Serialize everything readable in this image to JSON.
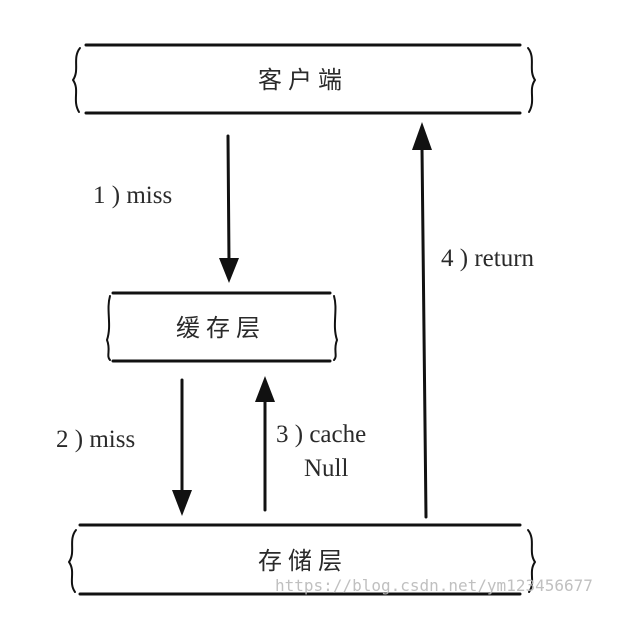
{
  "nodes": {
    "client": {
      "label": "客户端"
    },
    "cache": {
      "label": "缓存层"
    },
    "storage": {
      "label": "存储层"
    }
  },
  "edges": {
    "miss1": {
      "label": "1 ) miss"
    },
    "miss2": {
      "label": "2 ) miss"
    },
    "cache_null": {
      "label_line1": "3 ) cache",
      "label_line2": "Null"
    },
    "return": {
      "label": "4 ) return"
    }
  },
  "watermark": {
    "text": "https://blog.csdn.net/ym123456677"
  }
}
